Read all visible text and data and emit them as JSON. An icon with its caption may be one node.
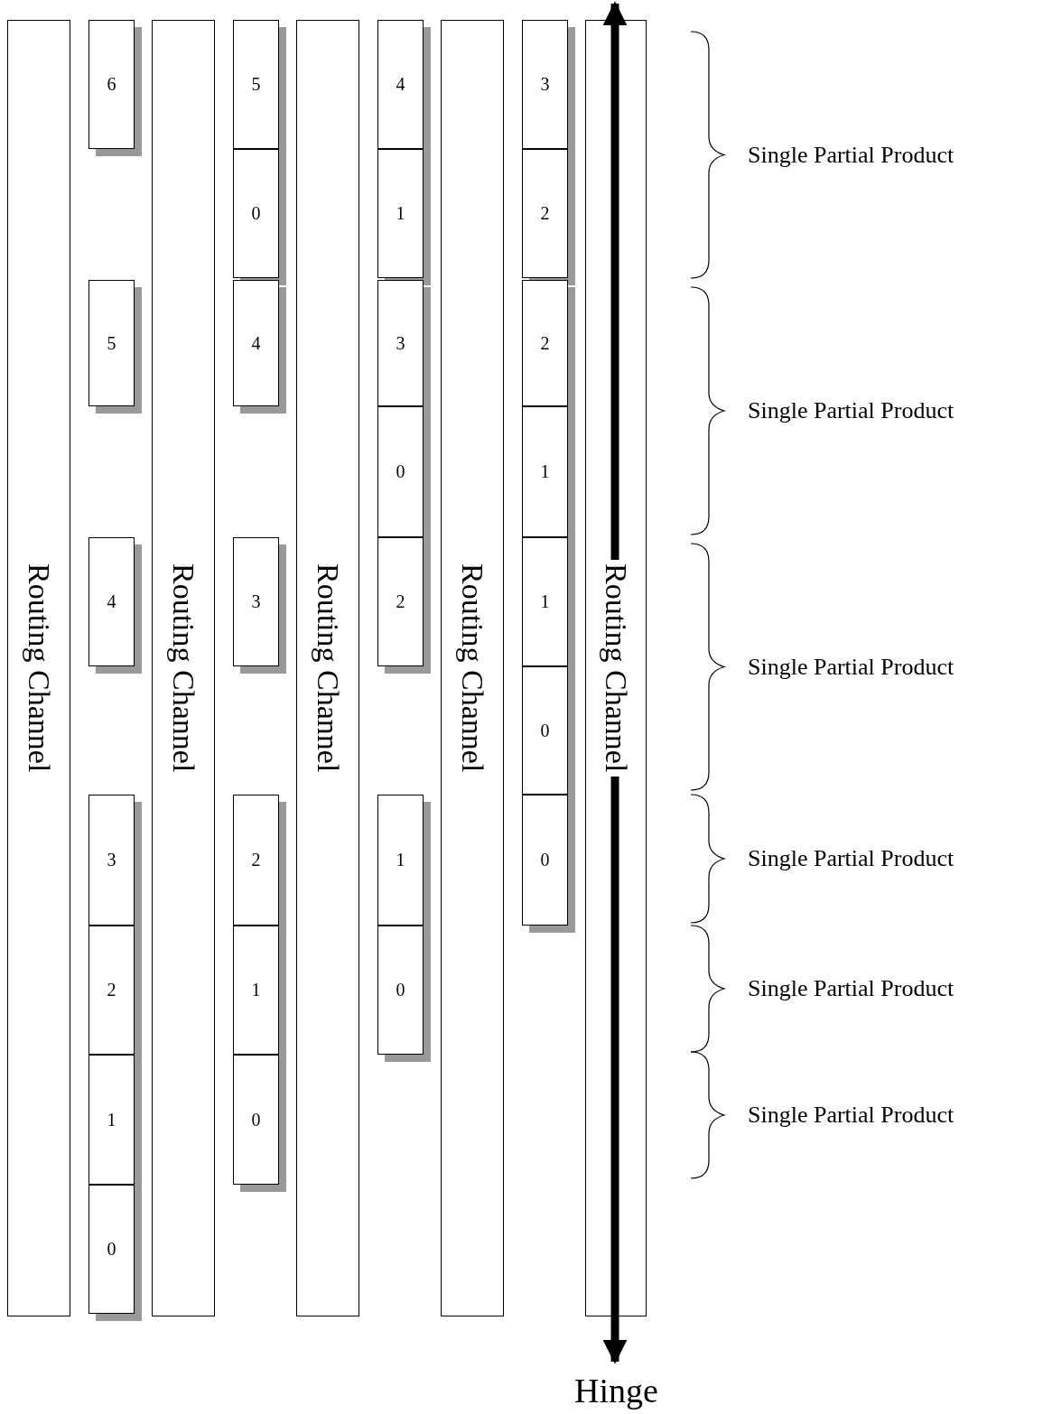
{
  "diagram": {
    "nodes": [
      {
        "text": [
          "Routing Channel"
        ]
      },
      {
        "text": [
          "6"
        ]
      },
      {
        "text": [
          "5"
        ]
      },
      {
        "text": [
          "4"
        ]
      },
      {
        "text": [
          "3"
        ]
      },
      {
        "text": [
          "2"
        ]
      },
      {
        "text": [
          "1"
        ]
      },
      {
        "text": [
          "0"
        ]
      },
      {
        "text": [
          "Routing Channel"
        ]
      },
      {
        "text": [
          "5"
        ]
      },
      {
        "text": [
          "0"
        ]
      },
      {
        "text": [
          "4"
        ]
      },
      {
        "text": [
          "3"
        ]
      },
      {
        "text": [
          "2"
        ]
      },
      {
        "text": [
          "1"
        ]
      },
      {
        "text": [
          "0"
        ]
      },
      {
        "text": [
          "Routing Channel"
        ]
      },
      {
        "text": [
          "4"
        ]
      },
      {
        "text": [
          "1"
        ]
      },
      {
        "text": [
          "3"
        ]
      },
      {
        "text": [
          "0"
        ]
      },
      {
        "text": [
          "2"
        ]
      },
      {
        "text": [
          "1"
        ]
      },
      {
        "text": [
          "0"
        ]
      },
      {
        "text": [
          "Routing Channel"
        ]
      },
      {
        "text": [
          "3"
        ]
      },
      {
        "text": [
          "2"
        ]
      },
      {
        "text": [
          "2"
        ]
      },
      {
        "text": [
          "1"
        ]
      },
      {
        "text": [
          "1"
        ]
      },
      {
        "text": [
          "0"
        ]
      },
      {
        "text": [
          "0"
        ]
      },
      {
        "text": [
          "Routing Channel"
        ]
      }
    ],
    "labels": [
      "Single Partial Product",
      "Single Partial Product",
      "Single Partial Product",
      "Single Partial Product",
      "Single Partial Product",
      "Single Partial Product",
      "Hinge"
    ]
  }
}
